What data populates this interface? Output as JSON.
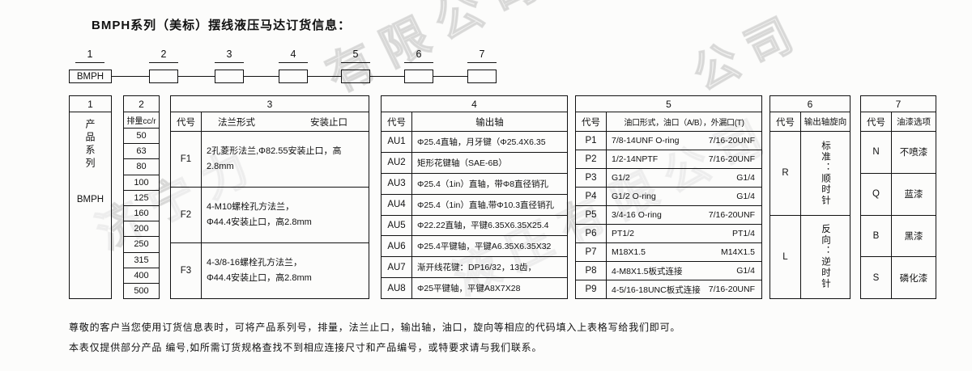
{
  "title": "BMPH系列（美标）摆线液压马达订货信息：",
  "code_builder": {
    "numbers": [
      "1",
      "2",
      "3",
      "4",
      "5",
      "6",
      "7"
    ],
    "prefix": "BMPH"
  },
  "tables": {
    "t1": {
      "num": "1",
      "header": "产品系列",
      "value": "BMPH"
    },
    "t2": {
      "num": "2",
      "header": "排量cc/r",
      "rows": [
        "50",
        "63",
        "80",
        "100",
        "125",
        "160",
        "200",
        "250",
        "315",
        "400",
        "500"
      ]
    },
    "t3": {
      "num": "3",
      "col_code": "代号",
      "col_flange": "法兰形式",
      "col_spigot": "安装止口",
      "rows": [
        {
          "code": "F1",
          "desc": "2孔菱形法兰,Φ82.55安装止口，高2.8mm"
        },
        {
          "code": "F2",
          "desc": "4-M10螺栓孔方法兰，\nΦ44.4安装止口，高2.8mm"
        },
        {
          "code": "F3",
          "desc": "4-3/8-16螺栓孔方法兰，\nΦ44.4安装止口，高2.8mm"
        }
      ]
    },
    "t4": {
      "num": "4",
      "col_code": "代号",
      "col_shaft": "输出轴",
      "rows": [
        {
          "code": "AU1",
          "desc": "Φ25.4直轴，月牙键（Φ25.4X6.35"
        },
        {
          "code": "AU2",
          "desc": "矩形花键轴（SAE-6B）"
        },
        {
          "code": "AU3",
          "desc": "Φ25.4（1in）直轴，带Φ8直径销孔"
        },
        {
          "code": "AU4",
          "desc": "Φ25.4（1in）直轴,带Φ10.3直径销孔"
        },
        {
          "code": "AU5",
          "desc": "Φ22.22直轴，平键6.35X6.35X25.4"
        },
        {
          "code": "AU6",
          "desc": "Φ25.4平键轴，平键A6.35X6.35X32"
        },
        {
          "code": "AU7",
          "desc": "渐开线花键：DP16/32，13齿，"
        },
        {
          "code": "AU8",
          "desc": "Φ25平键轴，平键A8X7X28"
        }
      ]
    },
    "t5": {
      "num": "5",
      "col_code": "代号",
      "col_port": "油口形式，油口（A/B），外漏口(T)",
      "rows": [
        {
          "code": "P1",
          "left": "7/8-14UNF O-ring",
          "right": "7/16-20UNF"
        },
        {
          "code": "P2",
          "left": "1/2-14NPTF",
          "right": "7/16-20UNF"
        },
        {
          "code": "P3",
          "left": "G1/2",
          "right": "G1/4"
        },
        {
          "code": "P4",
          "left": "G1/2  O-ring",
          "right": "G1/4"
        },
        {
          "code": "P5",
          "left": "3/4-16  O-ring",
          "right": "7/16-20UNF"
        },
        {
          "code": "P6",
          "left": "PT1/2",
          "right": "PT1/4"
        },
        {
          "code": "P7",
          "left": "M18X1.5",
          "right": "M14X1.5"
        },
        {
          "code": "P8",
          "left": "4-M8X1.5板式连接",
          "right": "G1/4"
        },
        {
          "code": "P9",
          "left": "4-5/16-18UNC板式连接",
          "right": "7/16-20UNF"
        }
      ]
    },
    "t6": {
      "num": "6",
      "col_code": "代号",
      "col_dir": "输出轴旋向",
      "rows": [
        {
          "code": "R",
          "desc": "标准：顺时针"
        },
        {
          "code": "L",
          "desc": "反向：逆时针"
        }
      ]
    },
    "t7": {
      "num": "7",
      "col_code": "代号",
      "col_paint": "油漆选项",
      "rows": [
        {
          "code": "N",
          "desc": "不喷漆"
        },
        {
          "code": "Q",
          "desc": "蓝漆"
        },
        {
          "code": "B",
          "desc": "黑漆"
        },
        {
          "code": "S",
          "desc": "磷化漆"
        }
      ]
    }
  },
  "footer": {
    "line1": "尊敬的客户当您使用订货信息表时，可将产品系列号，排量，法兰止口，输出轴，油口，旋向等相应的代码填入上表格写给我们即可。",
    "line2": "本表仅提供部分产品 编号,如所需订货规格查找不到相应连接尺寸和产品编号，或特要求请与我们联系。"
  },
  "watermarks": [
    "有限公司",
    "济宁力",
    "液压有限公司",
    "公司"
  ]
}
